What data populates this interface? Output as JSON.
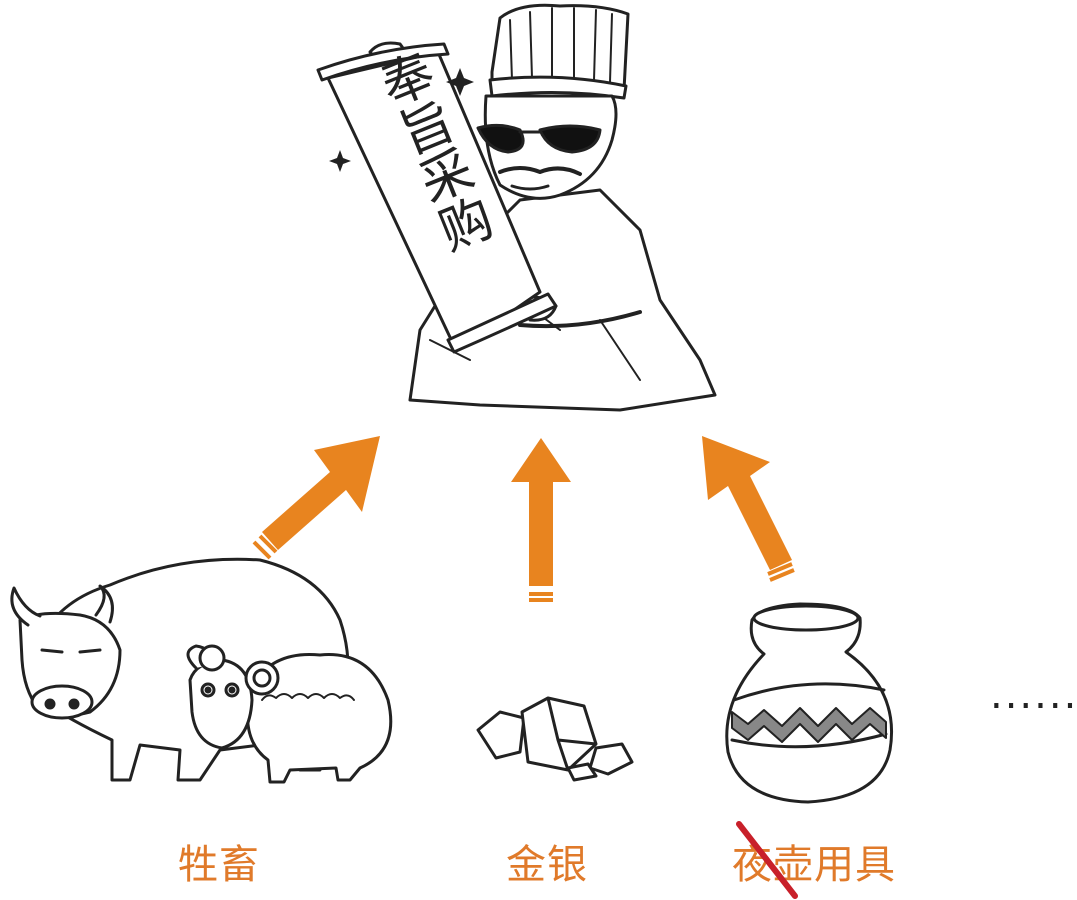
{
  "scroll_text": "奉旨采购",
  "labels": {
    "livestock": "牲畜",
    "gold_silver": "金银",
    "chamber_pot": "夜壶用具"
  },
  "ellipsis": "......",
  "colors": {
    "accent_orange": "#e8841f",
    "label_orange": "#e07a2a",
    "strike_red": "#c8202a",
    "ink": "#222222"
  }
}
